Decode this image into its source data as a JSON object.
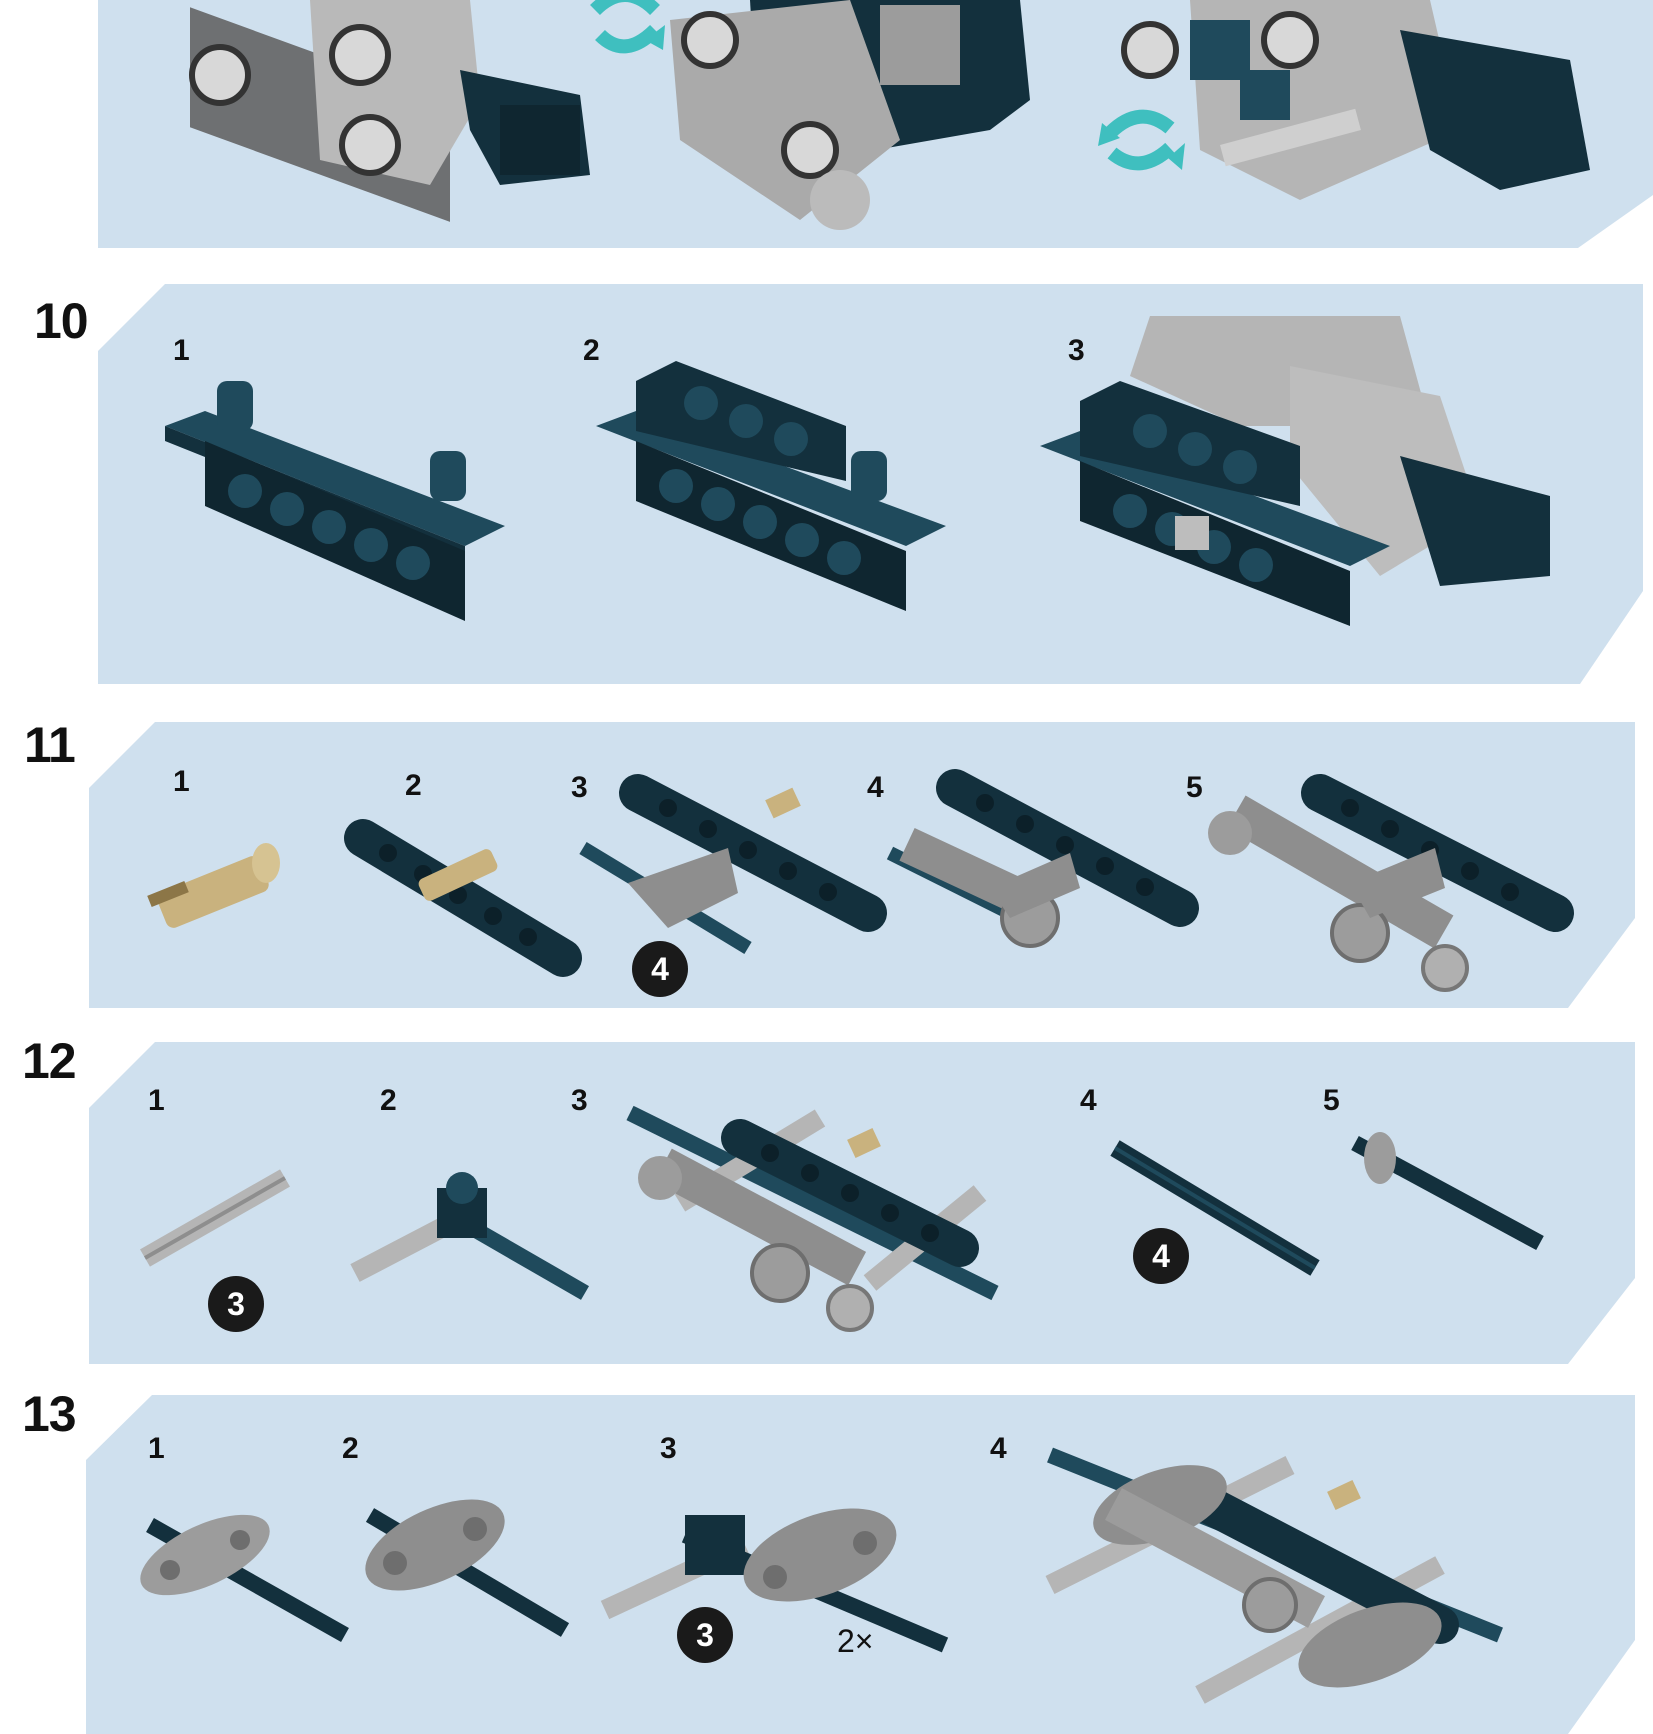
{
  "colors": {
    "panel_bg": "#cfe0ee",
    "dark_brick": "#13303d",
    "dark_brick_light": "#1f4a5c",
    "gray_part": "#8e8e8e",
    "light_gray": "#bdbdbd",
    "tan_part": "#c9b27e",
    "rotate_arrow": "#3fbfbf",
    "badge": "#1a1a1a"
  },
  "top_panel": {
    "icons": [
      "rotate-arrow-icon",
      "rotate-arrow-icon"
    ]
  },
  "steps": [
    {
      "number": "10",
      "substeps": [
        {
          "label": "1"
        },
        {
          "label": "2"
        },
        {
          "label": "3"
        }
      ]
    },
    {
      "number": "11",
      "substeps": [
        {
          "label": "1"
        },
        {
          "label": "2"
        },
        {
          "label": "3",
          "badge": "4"
        },
        {
          "label": "4"
        },
        {
          "label": "5"
        }
      ]
    },
    {
      "number": "12",
      "substeps": [
        {
          "label": "1",
          "badge": "3"
        },
        {
          "label": "2"
        },
        {
          "label": "3"
        },
        {
          "label": "4",
          "badge": "4"
        },
        {
          "label": "5"
        }
      ]
    },
    {
      "number": "13",
      "substeps": [
        {
          "label": "1"
        },
        {
          "label": "2"
        },
        {
          "label": "3",
          "badge": "3",
          "quantity": "2×"
        },
        {
          "label": "4"
        }
      ]
    }
  ]
}
